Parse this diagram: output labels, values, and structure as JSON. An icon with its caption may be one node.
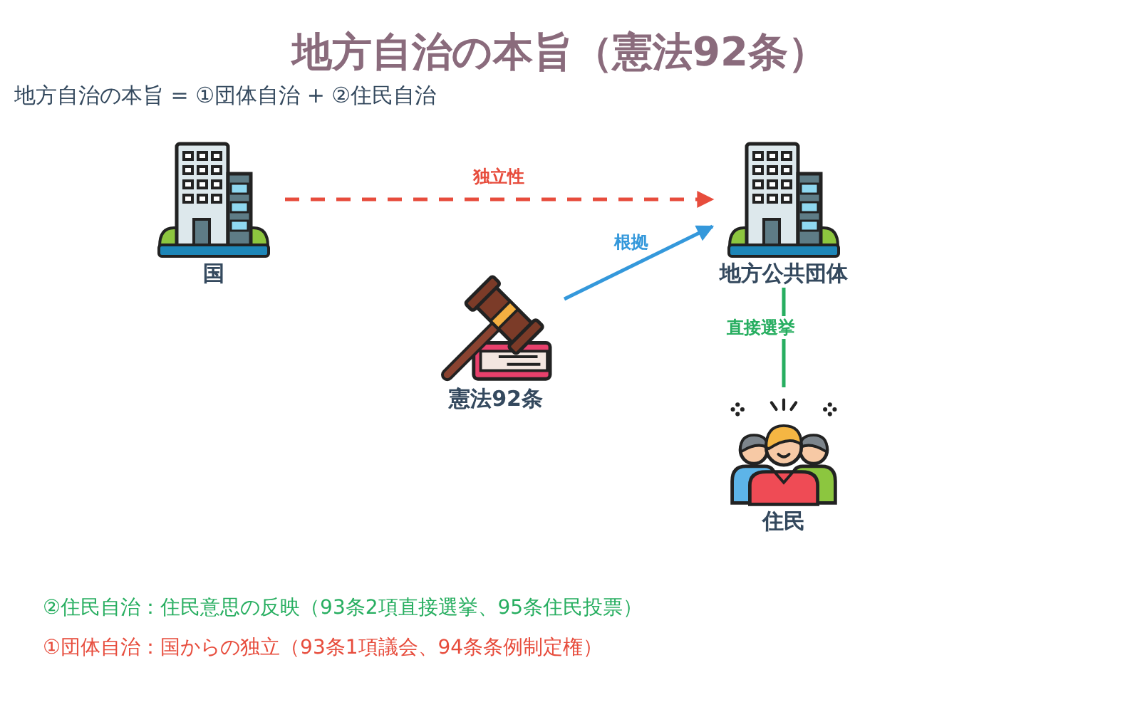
{
  "diagram": {
    "title": "地方自治の本旨（憲法92条）",
    "nodes": [
      {
        "text": [
          "国"
        ]
      },
      {
        "text": [
          "地方公共団体"
        ]
      },
      {
        "text": [
          "憲法92条"
        ]
      },
      {
        "text": [
          "住民"
        ]
      }
    ],
    "edges": [
      {
        "from": 0,
        "to": 1,
        "arrow": "to",
        "label": "独立性",
        "style": "dashed",
        "color": "#e74c3c"
      },
      {
        "from": 2,
        "to": 1,
        "arrow": "to",
        "label": "根拠",
        "color": "#3498db"
      },
      {
        "from": 1,
        "to": 3,
        "arrow": "none",
        "label": "直接選挙",
        "color": "#27ae60"
      }
    ],
    "labels": [
      "地方自治の本旨 = ①団体自治 + ②住民自治",
      "②住民自治：住民意思の反映（93条2項直接選挙、95条住民投票）",
      "①団体自治：国からの独立（93条1項議会、94条条例制定権）"
    ]
  }
}
